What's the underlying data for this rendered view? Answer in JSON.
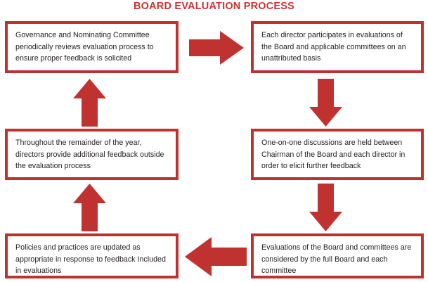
{
  "title": "BOARD EVALUATION PROCESS",
  "colors": {
    "accent_red": "#c0322f",
    "title_red": "#cc3333",
    "box_fill": "#ffffff",
    "text": "#231f20",
    "background": "#ffffff"
  },
  "boxes": [
    {
      "id": "governance-nominating-committee",
      "text": "Governance and Nominating Committee periodically reviews evaluation process to ensure proper feedback is solicited"
    },
    {
      "id": "director-participation",
      "text": "Each director participates in evaluations of the Board and applicable committees on an unattributed basis"
    },
    {
      "id": "ongoing-feedback",
      "text": "Throughout the remainder of the year, directors provide additional feedback outside the evaluation process"
    },
    {
      "id": "one-on-one-discussions",
      "text": "One-on-one discussions are held between Chairman of the Board and each director in order to elicit further feedback"
    },
    {
      "id": "policies-updated",
      "text": "Policies and practices are updated as appropriate in response to feedback Included in evaluations"
    },
    {
      "id": "evaluations-considered",
      "text": "Evaluations of the Board and committees are considered by the full Board and each committee"
    }
  ],
  "arrows": [
    {
      "id": "arrow-right-top",
      "direction": "right",
      "from": "governance-nominating-committee",
      "to": "director-participation"
    },
    {
      "id": "arrow-down-upper",
      "direction": "down",
      "from": "director-participation",
      "to": "one-on-one-discussions"
    },
    {
      "id": "arrow-down-lower",
      "direction": "down",
      "from": "one-on-one-discussions",
      "to": "evaluations-considered"
    },
    {
      "id": "arrow-left-bottom",
      "direction": "left",
      "from": "evaluations-considered",
      "to": "policies-updated"
    },
    {
      "id": "arrow-up-lower",
      "direction": "up",
      "from": "policies-updated",
      "to": "ongoing-feedback"
    },
    {
      "id": "arrow-up-upper",
      "direction": "up",
      "from": "ongoing-feedback",
      "to": "governance-nominating-committee"
    }
  ]
}
